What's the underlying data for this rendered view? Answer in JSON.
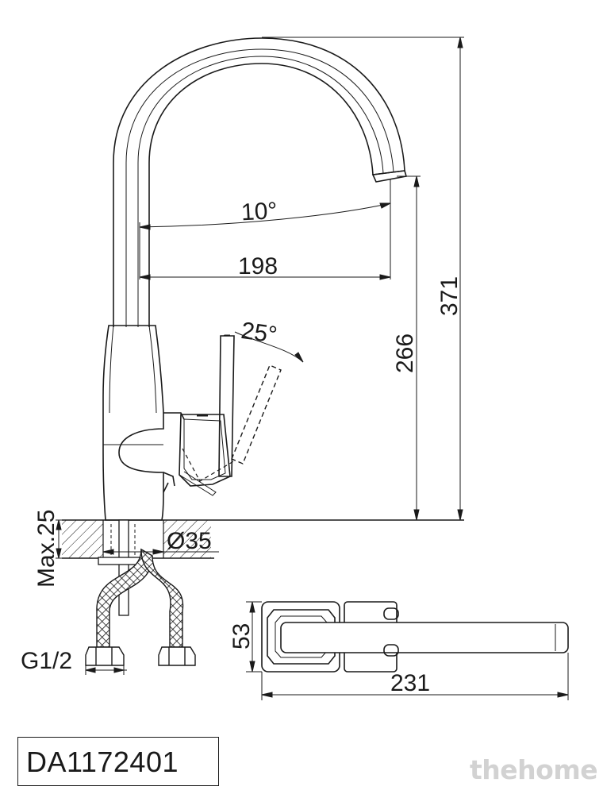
{
  "dimensions": {
    "spout_angle": "10°",
    "reach": "198",
    "total_height": "371",
    "spout_height": "266",
    "handle_angle": "25°",
    "max_thickness": "Max.25",
    "hole_diameter": "Ø35",
    "connection": "G1/2",
    "top_width": "53",
    "top_length": "231"
  },
  "model_code": "DA1172401",
  "watermark": "thehome",
  "colors": {
    "line": "#1a1a1a",
    "watermark": "#d2d2d2"
  }
}
